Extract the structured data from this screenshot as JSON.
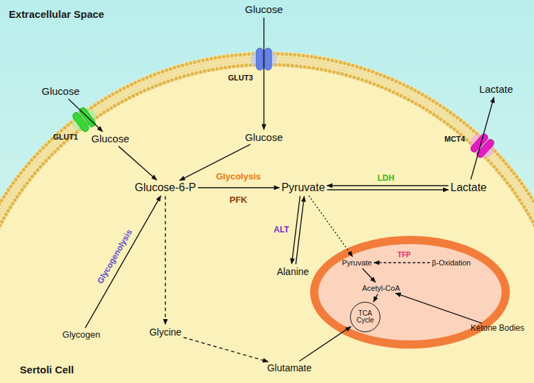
{
  "diagram": {
    "nodes": [
      {
        "text": [
          "Glucose"
        ]
      },
      {
        "text": [
          "Glucose"
        ]
      },
      {
        "text": [
          "Glucose"
        ]
      },
      {
        "text": [
          "Lactate"
        ]
      },
      {
        "text": [
          "Glucose"
        ]
      },
      {
        "text": [
          "Glucose-6-P"
        ]
      },
      {
        "text": [
          "Pyruvate"
        ]
      },
      {
        "text": [
          "Lactate"
        ]
      },
      {
        "text": [
          "Pyruvate"
        ]
      },
      {
        "text": [
          "β-Oxidation"
        ]
      },
      {
        "text": [
          "Alanine"
        ]
      },
      {
        "text": [
          "Acetyl-CoA"
        ]
      },
      {
        "text": [
          "Ketone Bodies"
        ]
      },
      {
        "text": [
          "TCA Cycle"
        ]
      },
      {
        "text": [
          "Glycogen"
        ]
      },
      {
        "text": [
          "Glycine"
        ]
      },
      {
        "text": [
          "Glutamate"
        ]
      }
    ],
    "edges": [
      {
        "from": 1,
        "to": 4,
        "arrow": "to"
      },
      {
        "from": 0,
        "to": 2,
        "arrow": "to"
      },
      {
        "from": 7,
        "to": 3,
        "arrow": "to"
      },
      {
        "from": 4,
        "to": 5,
        "arrow": "to"
      },
      {
        "from": 2,
        "to": 5,
        "arrow": "to"
      },
      {
        "from": 14,
        "to": 5,
        "label": "Glycogenolysis",
        "arrow": "to"
      },
      {
        "from": 5,
        "to": 6,
        "label": "Glycolysis",
        "arrow": "to"
      },
      {
        "from": 6,
        "to": 7,
        "label": "LDH",
        "arrow": "both"
      },
      {
        "from": 6,
        "to": 10,
        "label": "ALT",
        "arrow": "both"
      },
      {
        "from": 5,
        "to": 15,
        "arrow": "to"
      },
      {
        "from": 15,
        "to": 16,
        "arrow": "to"
      },
      {
        "from": 16,
        "to": 13,
        "arrow": "to"
      },
      {
        "from": 6,
        "to": 8,
        "arrow": "to"
      },
      {
        "from": 9,
        "to": 8,
        "label": "TFP",
        "arrow": "to"
      },
      {
        "from": 8,
        "to": 11,
        "arrow": "to"
      },
      {
        "from": 11,
        "to": 13,
        "arrow": "to"
      },
      {
        "from": 12,
        "to": 11,
        "arrow": "to"
      }
    ],
    "labels": [
      "Extracellular Space",
      "GLUT3",
      "GLUT1",
      "MCT4",
      "PFK",
      "Sertoli Cell"
    ]
  }
}
